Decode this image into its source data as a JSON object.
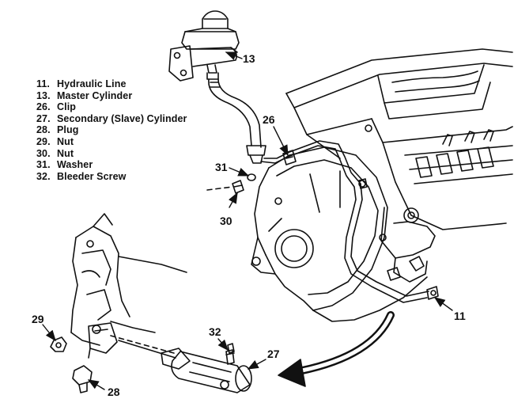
{
  "legend": [
    {
      "num": "11.",
      "label": "Hydraulic Line"
    },
    {
      "num": "13.",
      "label": "Master Cylinder"
    },
    {
      "num": "26.",
      "label": "Clip"
    },
    {
      "num": "27.",
      "label": "Secondary (Slave) Cylinder"
    },
    {
      "num": "28.",
      "label": "Plug"
    },
    {
      "num": "29.",
      "label": "Nut"
    },
    {
      "num": "30.",
      "label": "Nut"
    },
    {
      "num": "31.",
      "label": "Washer"
    },
    {
      "num": "32.",
      "label": "Bleeder Screw"
    }
  ],
  "callouts": {
    "c13": "13",
    "c26": "26",
    "c31": "31",
    "c30": "30",
    "c11": "11",
    "c29": "29",
    "c32": "32",
    "c27": "27",
    "c28": "28"
  },
  "colors": {
    "ink": "#111111",
    "paper": "#ffffff"
  }
}
